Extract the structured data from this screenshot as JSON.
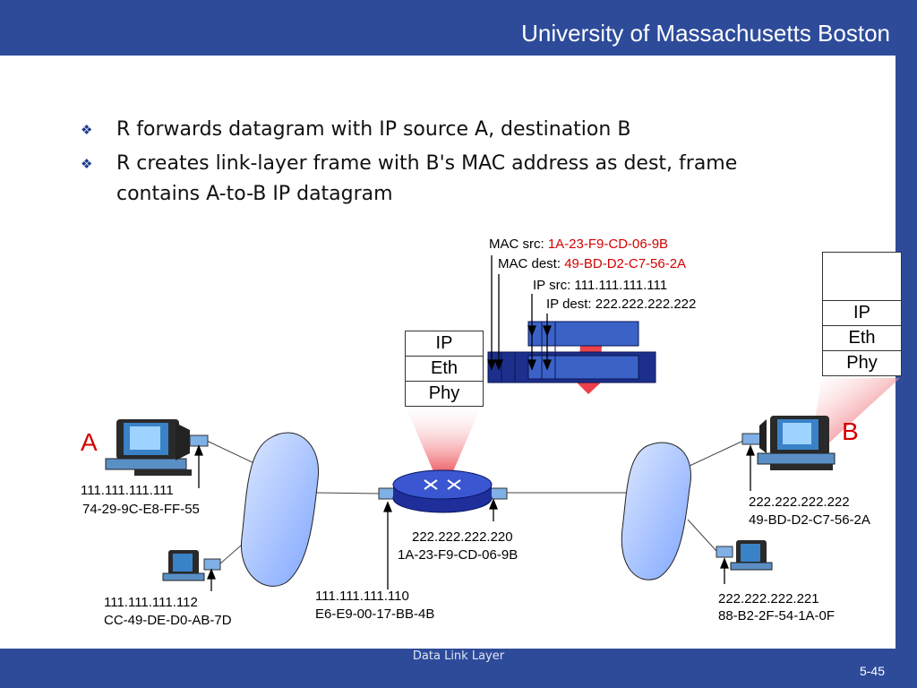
{
  "header": {
    "title": "University of Massachusetts Boston"
  },
  "bullets": [
    "R forwards datagram with IP source A, destination B",
    "R creates link-layer frame with B's MAC address as dest, frame contains A-to-B IP datagram"
  ],
  "frame_labels": {
    "mac_src_label": "MAC src: ",
    "mac_src_value": "1A-23-F9-CD-06-9B",
    "mac_dest_label": "MAC dest: ",
    "mac_dest_value": "49-BD-D2-C7-56-2A",
    "ip_src": "IP src: 111.111.111.111",
    "ip_dest": "IP dest: 222.222.222.222"
  },
  "stacks": {
    "router": [
      "IP",
      "Eth",
      "Phy"
    ],
    "host_b": [
      "IP",
      "Eth",
      "Phy"
    ]
  },
  "nodes": {
    "a_label": "A",
    "b_label": "B",
    "host_a_ip": "111.111.111.111",
    "host_a_mac": "74-29-9C-E8-FF-55",
    "host_a2_ip": "111.111.111.112",
    "host_a2_mac": "CC-49-DE-D0-AB-7D",
    "router_left_ip": "111.111.111.110",
    "router_left_mac": "E6-E9-00-17-BB-4B",
    "router_right_ip": "222.222.222.220",
    "router_right_mac": "1A-23-F9-CD-06-9B",
    "host_b_ip": "222.222.222.222",
    "host_b_mac": "49-BD-D2-C7-56-2A",
    "host_b2_ip": "222.222.222.221",
    "host_b2_mac": "88-B2-2F-54-1A-0F"
  },
  "colors": {
    "header_bg": "#2e4b9a",
    "accent_red": "#d40000",
    "frame_blue": "#1c2f8c"
  },
  "footer": {
    "center": "Data Link Layer",
    "page": "5-45"
  }
}
